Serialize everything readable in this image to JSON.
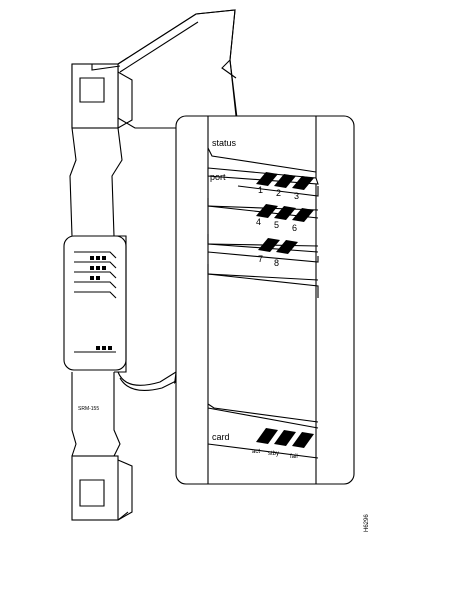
{
  "figure": {
    "module_label": "SRM-155",
    "figure_id": "H6296"
  },
  "callout": {
    "status_label": "status",
    "port_label": "port",
    "port_numbers_row1": [
      "1",
      "2",
      "3"
    ],
    "port_numbers_row2": [
      "4",
      "5",
      "6"
    ],
    "port_numbers_row3": [
      "7",
      "8"
    ],
    "card_label": "card",
    "card_led_labels": [
      "act",
      "stby",
      "fail"
    ]
  },
  "colors": {
    "line": "#000000",
    "background": "#ffffff",
    "led_fill": "#000000"
  }
}
